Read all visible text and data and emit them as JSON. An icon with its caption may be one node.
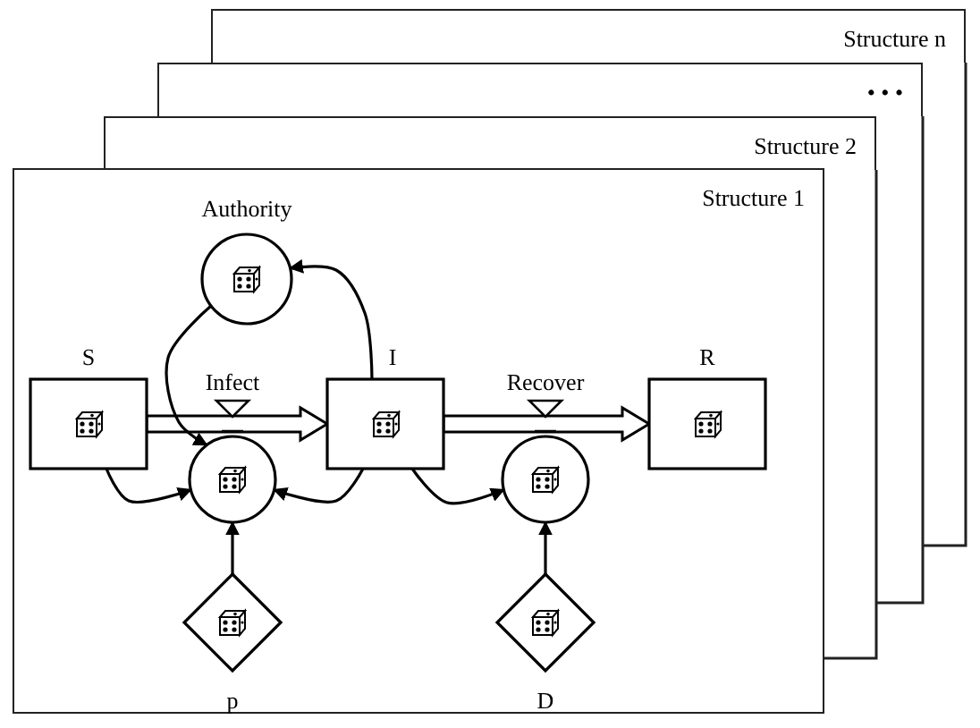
{
  "diagram": {
    "nodes": [
      {
        "text": [
          "Structure n"
        ]
      },
      {
        "text": [
          "• • •"
        ]
      },
      {
        "text": [
          "Structure 2"
        ]
      },
      {
        "text": [
          "Structure 1"
        ]
      },
      {
        "text": [
          "S"
        ],
        "in": 3
      },
      {
        "text": [
          "Infect"
        ],
        "in": 3
      },
      {
        "text": [
          "I"
        ],
        "in": 3
      },
      {
        "text": [
          "Authority"
        ],
        "in": 3
      },
      {
        "text": [
          "Recover"
        ],
        "in": 3
      },
      {
        "text": [
          "R"
        ],
        "in": 3
      },
      {
        "text": [
          "p"
        ],
        "in": 3
      },
      {
        "text": [
          "D"
        ],
        "in": 3
      }
    ],
    "edges": [
      {
        "from": 4,
        "to": 6,
        "arrow": "to",
        "style": "thick"
      },
      {
        "from": 6,
        "to": 9,
        "arrow": "to",
        "style": "thick"
      },
      {
        "from": 4,
        "to": 5,
        "arrow": "to"
      },
      {
        "from": 6,
        "to": 5,
        "arrow": "to"
      },
      {
        "from": 7,
        "to": 5,
        "arrow": "to"
      },
      {
        "from": 6,
        "to": 7,
        "arrow": "to"
      },
      {
        "from": 6,
        "to": 8,
        "arrow": "to"
      },
      {
        "from": 10,
        "to": 5,
        "arrow": "to"
      },
      {
        "from": 11,
        "to": 8,
        "arrow": "to"
      }
    ]
  }
}
